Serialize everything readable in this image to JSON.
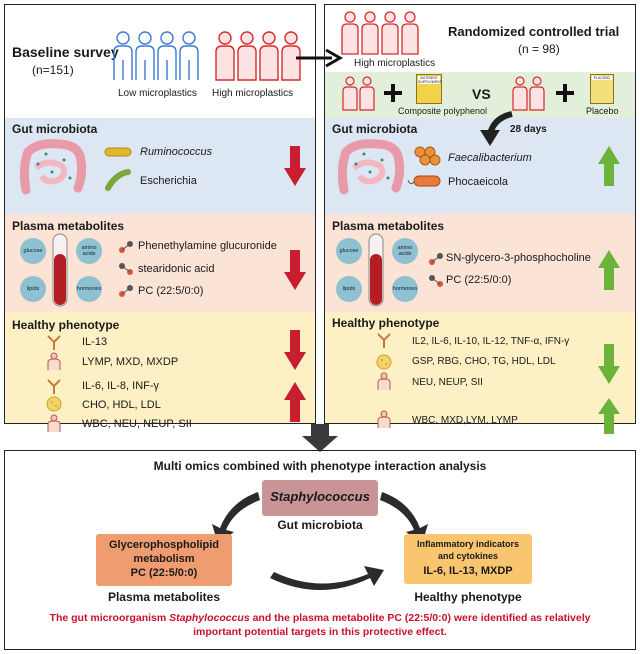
{
  "left": {
    "title": "Baseline survey",
    "n": "(n=151)",
    "low_label": "Low microplastics",
    "high_label": "High microplastics",
    "gut": {
      "title": "Gut microbiota",
      "items": [
        "Ruminococcus",
        "Escherichia"
      ]
    },
    "plasma": {
      "title": "Plasma metabolites",
      "items": [
        "Phenethylamine glucuronide",
        "stearidonic acid",
        "PC (22:5/0:0)"
      ],
      "bubbles": [
        "glucose",
        "amino acids",
        "lipids",
        "hormones"
      ]
    },
    "phenotype": {
      "title": "Healthy phenotype",
      "down": [
        "IL-13",
        "LYMP, MXD, MXDP"
      ],
      "up": [
        "IL-6, IL-8, INF-γ",
        "CHO, HDL, LDL",
        "WBC, NEU, NEUP, SII"
      ]
    }
  },
  "right": {
    "title": "Randomized controlled trial",
    "n": "(n = 98)",
    "high_label": "High microplastics",
    "composite_label": "Composite polyphenol",
    "vs": "VS",
    "placebo_label": "Placebo",
    "box1_label": "NUTRIENT SUPPLEMENT",
    "box2_label": "PLACEBO",
    "days": "28 days",
    "gut": {
      "title": "Gut microbiota",
      "items": [
        "Faecalibacterium",
        "Phocaeicola"
      ]
    },
    "plasma": {
      "title": "Plasma metabolites",
      "items": [
        "SN-glycero-3-phosphocholine",
        "PC (22:5/0:0)"
      ],
      "bubbles": [
        "glucose",
        "amino acids",
        "lipids",
        "hormones"
      ]
    },
    "phenotype": {
      "title": "Healthy phenotype",
      "down": [
        "IL2, IL-6, IL-10, IL-12, TNF-α, IFN-γ",
        "GSP, RBG, CHO, TG, HDL, LDL",
        "NEU, NEUP, SII"
      ],
      "up": [
        "WBC, MXD,LYM, LYMP"
      ]
    }
  },
  "bottom": {
    "title": "Multi omics combined with phenotype interaction analysis",
    "staph": "Staphylococcus",
    "gut_label": "Gut microbiota",
    "glycero1": "Glycerophospholipid",
    "glycero2": "metabolism",
    "glycero3": "PC (22:5/0:0)",
    "plasma_label": "Plasma metabolites",
    "infl1": "Inflammatory indicators",
    "infl2": "and cytokines",
    "infl3": "IL-6, IL-13, MXDP",
    "healthy_label": "Healthy phenotype",
    "conclusion_a": "The gut microorganism ",
    "conclusion_b": "Staphylococcus",
    "conclusion_c": " and the plasma metabolite PC (22:5/0:0) were identified as relatively",
    "conclusion_d": "important potential targets in this protective effect."
  },
  "colors": {
    "gut_band": "#dde6f3",
    "plasma_band": "#fbe3d6",
    "pheno_band": "#fdf0c4",
    "trial_band": "#e2efda",
    "red_arrow": "#c81e2f",
    "green_arrow": "#6bb33a",
    "conclusion": "#c8102e"
  }
}
